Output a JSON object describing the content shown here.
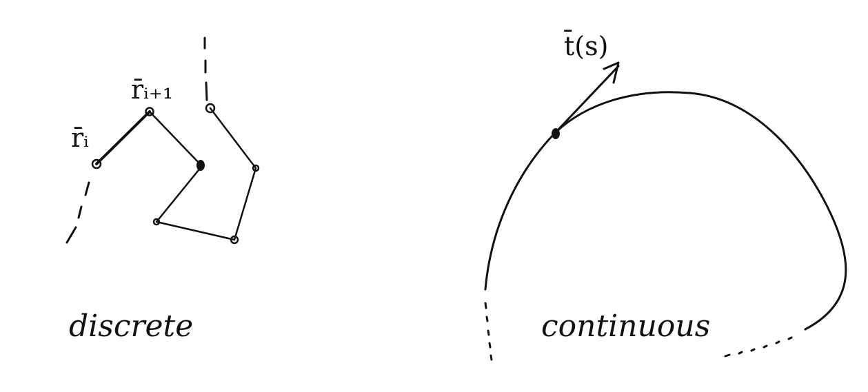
{
  "labels": {
    "r_i": "r̄ᵢ",
    "r_i_plus_1": "r̄ᵢ₊₁",
    "tangent": "t̄(s)",
    "discrete": "discrete",
    "continuous": "continuous"
  },
  "colors": {
    "ink": "#111111",
    "background": "#ffffff"
  }
}
